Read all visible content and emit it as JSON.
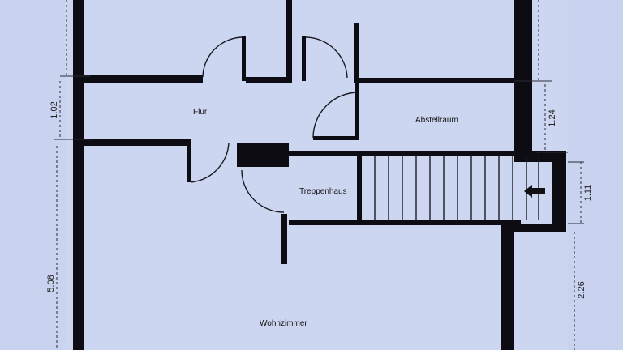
{
  "rooms": {
    "flur": "Flur",
    "abstellraum": "Abstellraum",
    "treppenhaus": "Treppenhaus",
    "wohnzimmer": "Wohnzimmer"
  },
  "dimensions": {
    "d1": "1.02",
    "d2": "5.08",
    "d3": "1.24",
    "d4": "1.11",
    "d5": "2.26"
  },
  "colors": {
    "paper": "#c9d2ee",
    "wall": "#0c0c12"
  },
  "icons": {
    "stair_direction": "arrow-left-icon"
  }
}
